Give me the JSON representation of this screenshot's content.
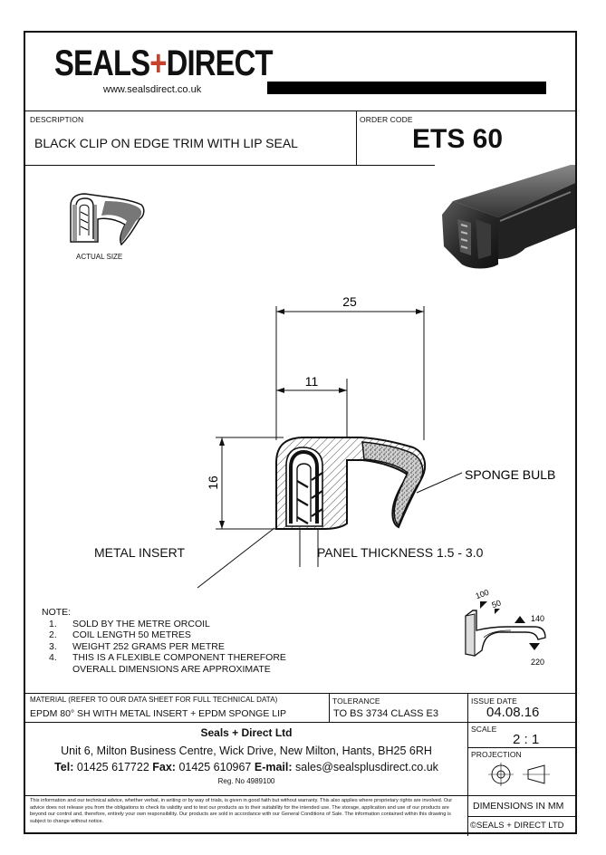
{
  "header": {
    "logo_left": "SEALS",
    "logo_plus": "+",
    "logo_right": "DIRECT",
    "website": "www.sealsdirect.co.uk"
  },
  "description": {
    "label": "DESCRIPTION",
    "value": "BLACK CLIP ON EDGE TRIM WITH LIP SEAL"
  },
  "order": {
    "label": "ORDER CODE",
    "value": "ETS 60"
  },
  "actual_size_label": "ACTUAL SIZE",
  "drawing": {
    "dim_width": "25",
    "dim_inner": "11",
    "dim_height": "16",
    "sponge_bulb": "SPONGE BULB",
    "metal_insert": "METAL INSERT",
    "panel_thickness": "PANEL THICKNESS 1.5 - 3.0"
  },
  "notes": {
    "title": "NOTE:",
    "items": [
      {
        "num": "1.",
        "text": "SOLD BY THE METRE ORCOIL"
      },
      {
        "num": "2.",
        "text": "COIL LENGTH 50 METRES"
      },
      {
        "num": "3.",
        "text": "WEIGHT 252 GRAMS PER METRE"
      },
      {
        "num": "4.",
        "text": "THIS IS A FLEXIBLE COMPONENT THEREFORE"
      },
      {
        "num": "",
        "text": "OVERALL DIMENSIONS ARE APPROXIMATE"
      }
    ]
  },
  "hardness": {
    "a": "100",
    "b": "50",
    "c": "140",
    "d": "220"
  },
  "material": {
    "label": "MATERIAL (REFER TO OUR DATA SHEET FOR FULL TECHNICAL DATA)",
    "value": "EPDM 80° SH WITH METAL INSERT + EPDM SPONGE LIP"
  },
  "tolerance": {
    "label": "TOLERANCE",
    "value": "TO BS 3734 CLASS E3"
  },
  "issue_date": {
    "label": "ISSUE DATE",
    "value": "04.08.16"
  },
  "scale": {
    "label": "SCALE",
    "value": "2 : 1"
  },
  "projection": {
    "label": "PROJECTION"
  },
  "company": {
    "name": "Seals + Direct Ltd",
    "address": "Unit 6, Milton Business Centre, Wick Drive, New Milton, Hants, BH25 6RH",
    "tel_label": "Tel:",
    "tel": " 01425 617722 ",
    "fax_label": "Fax:",
    "fax": " 01425 610967 ",
    "email_label": "E-mail:",
    "email": " sales@sealsplusdirect.co.uk",
    "reg": "Reg. No 4989100"
  },
  "disclaimer": "This information and our technical advice, whether verbal, in writing or by way of trials, is given in good faith but without warranty. This also applies where proprietary rights are involved. Our advice does not release you from the obligations to check its validity and to test our products as to their suitability for the intended use. The storage, application and use of our products are beyond our control and, therefore, entirely your own responsibility. Our products are sold in accordance with our General Conditions of Sale. The information contained within this drawing is subject to change without notice.",
  "dimensions_note": "DIMENSIONS IN MM",
  "copyright": "©SEALS + DIRECT LTD"
}
